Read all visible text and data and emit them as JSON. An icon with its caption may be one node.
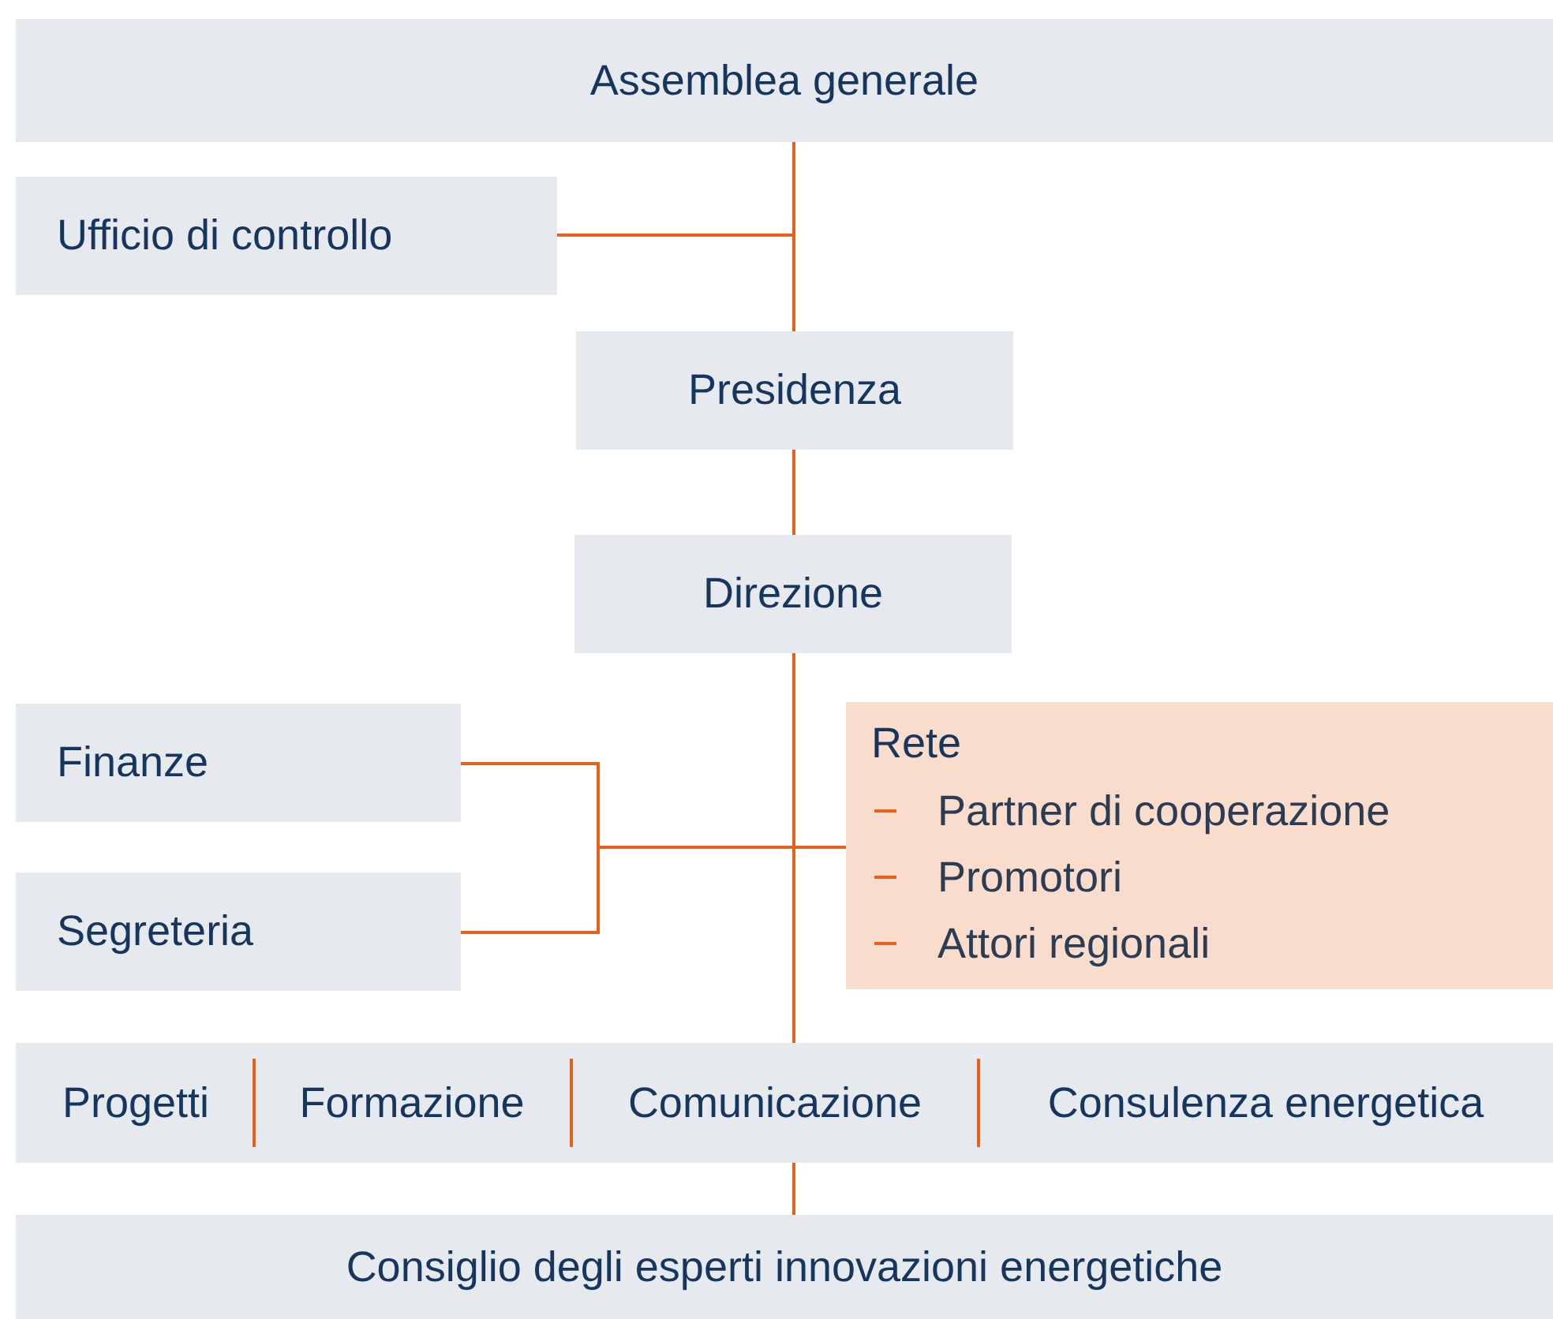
{
  "diagram": {
    "nodes": [
      {
        "text": [
          "Assemblea generale"
        ]
      },
      {
        "text": [
          "Ufficio di controllo"
        ]
      },
      {
        "text": [
          "Presidenza"
        ]
      },
      {
        "text": [
          "Direzione"
        ]
      },
      {
        "text": [
          "Finanze"
        ]
      },
      {
        "text": [
          "Segreteria"
        ]
      },
      {
        "text": [
          "Rete",
          "Partner di cooperazione",
          "Promotori",
          "Attori regionali"
        ]
      },
      {
        "text": [],
        "shape": "box"
      },
      {
        "text": [
          "Progetti"
        ],
        "in": 7
      },
      {
        "text": [
          "Formazione"
        ],
        "in": 7
      },
      {
        "text": [
          "Comunicazione"
        ],
        "in": 7
      },
      {
        "text": [
          "Consulenza energetica"
        ],
        "in": 7
      },
      {
        "text": [
          "Consiglio degli esperti innovazioni energetiche"
        ]
      }
    ],
    "edges": [
      {
        "from": 0,
        "to": 2,
        "arrow": "none"
      },
      {
        "from": 1,
        "to": 0,
        "arrow": "none"
      },
      {
        "from": 2,
        "to": 3,
        "arrow": "none"
      },
      {
        "from": 3,
        "to": 7,
        "arrow": "none"
      },
      {
        "from": 4,
        "to": 3,
        "arrow": "none"
      },
      {
        "from": 5,
        "to": 3,
        "arrow": "none"
      },
      {
        "from": 6,
        "to": 3,
        "arrow": "none"
      },
      {
        "from": 7,
        "to": 12,
        "arrow": "none"
      }
    ]
  }
}
